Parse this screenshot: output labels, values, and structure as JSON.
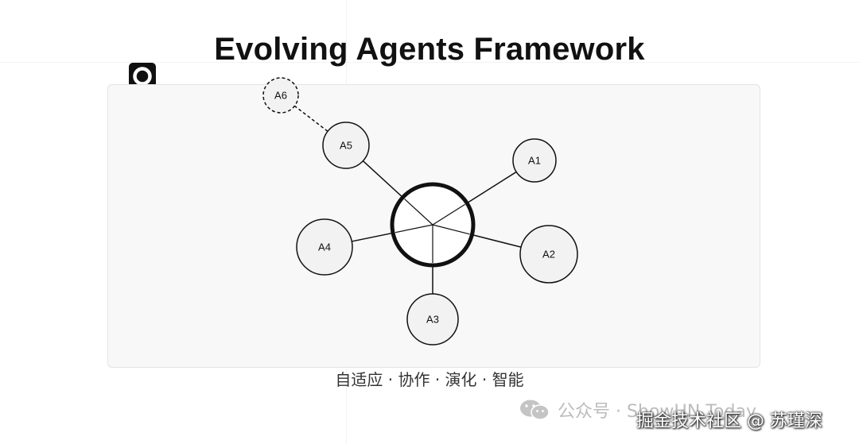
{
  "title": "Evolving Agents Framework",
  "subtitle": "自适应 · 协作 · 演化 · 智能",
  "hub": {
    "label": ""
  },
  "nodes": [
    {
      "id": "A1",
      "label": "A1"
    },
    {
      "id": "A2",
      "label": "A2"
    },
    {
      "id": "A3",
      "label": "A3"
    },
    {
      "id": "A4",
      "label": "A4"
    },
    {
      "id": "A5",
      "label": "A5"
    },
    {
      "id": "A6",
      "label": "A6",
      "style": "dashed"
    }
  ],
  "edges": [
    {
      "from": "hub",
      "to": "A1",
      "style": "solid"
    },
    {
      "from": "hub",
      "to": "A2",
      "style": "solid"
    },
    {
      "from": "hub",
      "to": "A3",
      "style": "solid"
    },
    {
      "from": "hub",
      "to": "A4",
      "style": "solid"
    },
    {
      "from": "hub",
      "to": "A5",
      "style": "solid"
    },
    {
      "from": "A5",
      "to": "A6",
      "style": "dashed"
    }
  ],
  "watermark": {
    "platform": "公众号 · ShowHN Today",
    "credit": "掘金技术社区 @ 苏瑾深"
  },
  "colors": {
    "node_fill": "#f2f2f2",
    "stroke": "#111111",
    "panel": "#f8f8f8"
  }
}
